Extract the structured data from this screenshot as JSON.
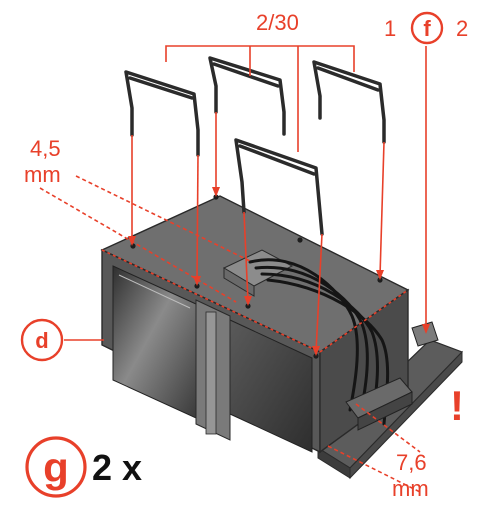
{
  "labels": {
    "part_number": "2/30",
    "step_left": "1",
    "step_f": "f",
    "step_right": "2",
    "dim_top_value": "4,5",
    "dim_top_unit": "mm",
    "dim_bottom_value": "7,6",
    "dim_bottom_unit": "mm",
    "circle_d": "d",
    "step_g": "g",
    "quantity": "2 x",
    "warning": "!"
  },
  "colors": {
    "accent": "#e8402a",
    "text_dark": "#111111",
    "model_grey": "#6f6f6f",
    "model_dark": "#3a3a3a",
    "model_light": "#9a9a9a"
  }
}
